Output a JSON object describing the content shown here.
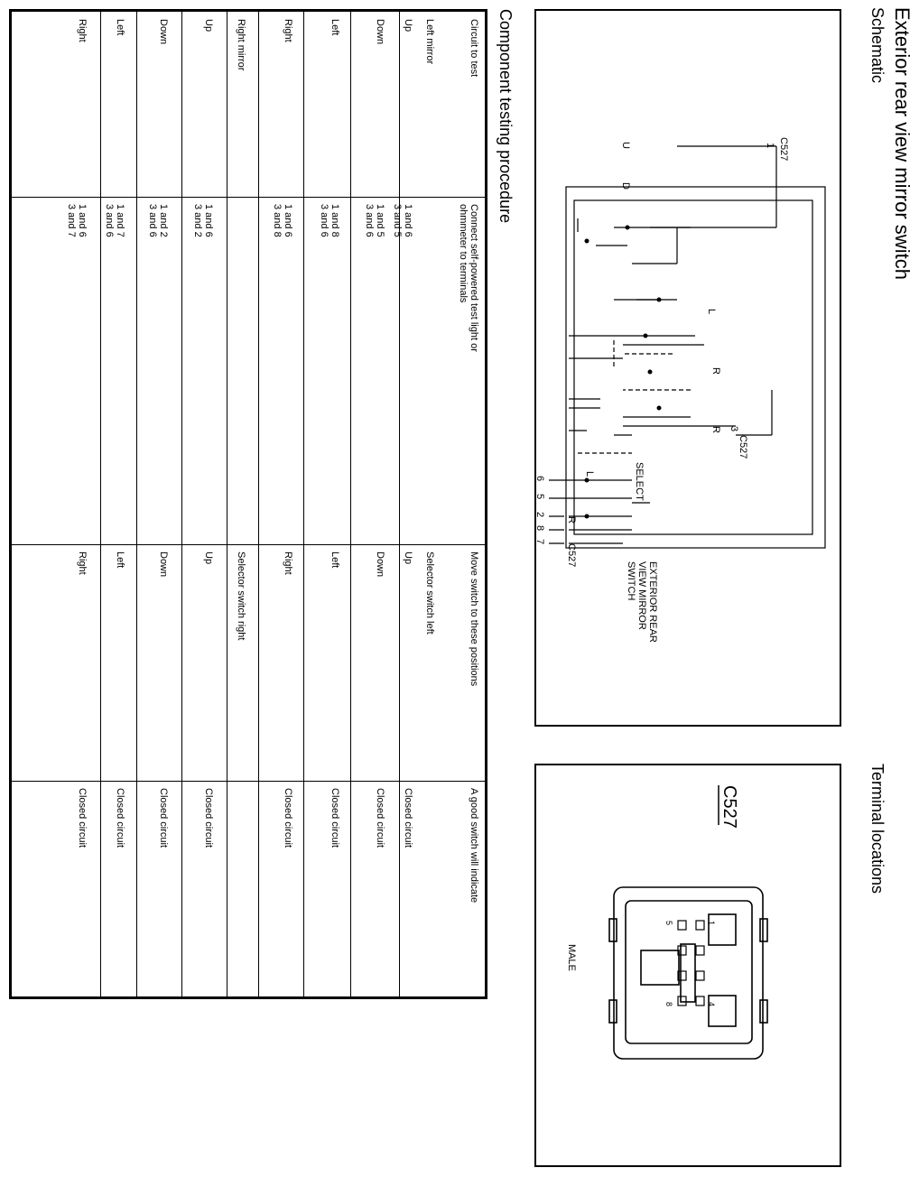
{
  "title": "Exterior rear view mirror switch",
  "schematic": {
    "title": "Schematic",
    "labels": {
      "connector_top": "C527",
      "connector_pin_top": "1",
      "connector_pin_right": "3",
      "connector_right": "C527",
      "connector_bottom": "C527",
      "switch_name": "EXTERIOR REAR\nVIEW MIRROR\nSWITCH",
      "select": "SELECT",
      "U": "U",
      "D": "D",
      "L": "L",
      "R": "R"
    },
    "bottom_pins": [
      "6",
      "5",
      "2",
      "8",
      "7"
    ]
  },
  "terminal_locations": {
    "title": "Terminal locations",
    "connector": "C527",
    "gender": "MALE",
    "pin_numbers": [
      "1",
      "4",
      "5",
      "8"
    ]
  },
  "testing": {
    "title": "Component testing procedure",
    "headers": [
      "Circuit to test",
      "Connect self-powered test light or\nohmmeter to terminals",
      "Move switch to these positions",
      "A good switch will indicate"
    ],
    "rows": [
      {
        "circuit": "Left mirror\n\nUp",
        "terminals": "\n\n1 and 6\n3 and 5",
        "position": "Selector switch left\n\nUp",
        "result": "\n\nClosed circuit"
      },
      {
        "circuit": "Down",
        "terminals": "1 and 5\n3 and 6",
        "position": "Down",
        "result": "Closed circuit"
      },
      {
        "circuit": "Left",
        "terminals": "1 and 8\n3 and 6",
        "position": "Left",
        "result": "Closed circuit"
      },
      {
        "circuit": "Right",
        "terminals": "1 and 6\n3 and 8",
        "position": "Right",
        "result": "Closed circuit"
      },
      {
        "circuit": "Right mirror",
        "terminals": "",
        "position": "Selector switch right",
        "result": ""
      },
      {
        "circuit": "Up",
        "terminals": "1 and 6\n3 and 2",
        "position": "Up",
        "result": "Closed circuit"
      },
      {
        "circuit": "Down",
        "terminals": "1 and 2\n3 and 6",
        "position": "Down",
        "result": "Closed circuit"
      },
      {
        "circuit": "Left",
        "terminals": "1 and 7\n3 and 6",
        "position": "Left",
        "result": "Closed circuit"
      },
      {
        "circuit": "Right",
        "terminals": "1 and 6\n3 and 7",
        "position": "Right",
        "result": "Closed circuit"
      }
    ]
  }
}
